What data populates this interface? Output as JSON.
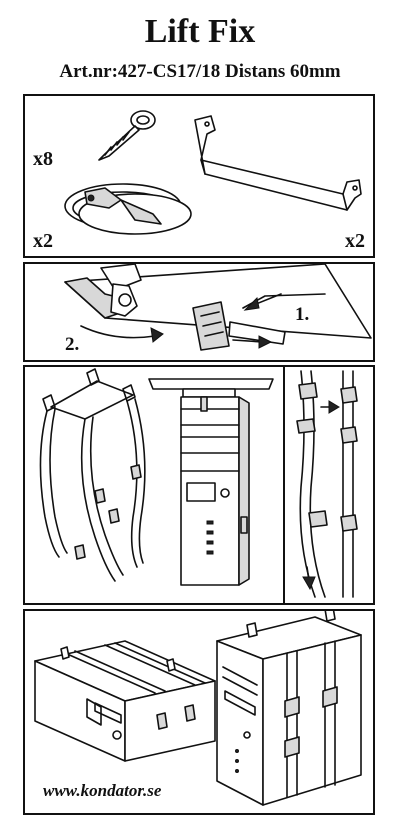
{
  "header": {
    "title": "Lift Fix",
    "subtitle": "Art.nr:427-CS17/18 Distans 60mm"
  },
  "contents": {
    "screw_qty": "x8",
    "strap_qty": "x2",
    "bracket_qty": "x2"
  },
  "instructions": {
    "step_1": "1.",
    "step_2": "2."
  },
  "footer": {
    "url": "www.kondator.se"
  }
}
